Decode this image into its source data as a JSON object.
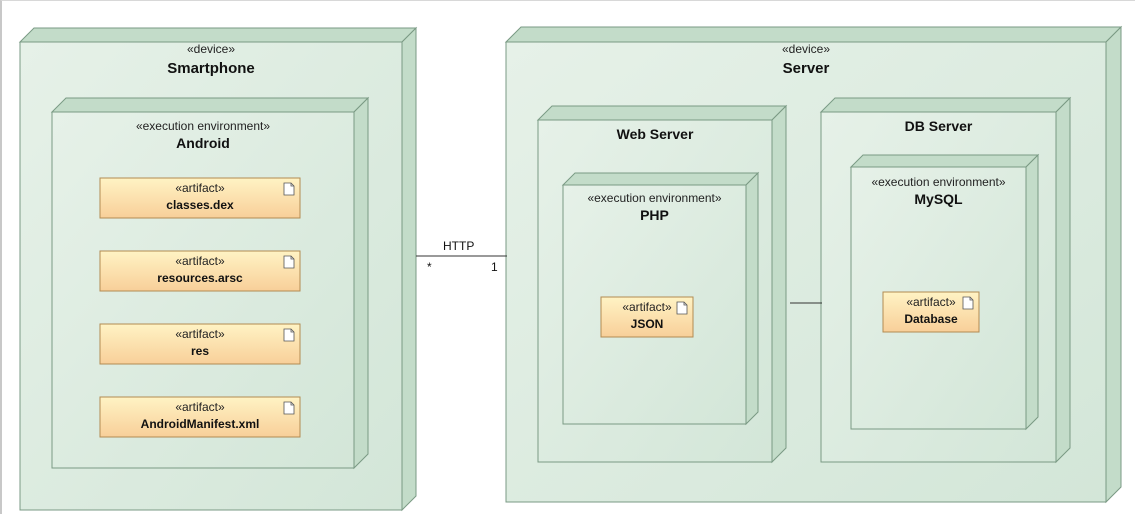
{
  "colors": {
    "node_fill": "#dfeee3",
    "node_border": "#7a9a84",
    "node_side": "#c3dcc9",
    "artifact_fill_top": "#fff3c4",
    "artifact_fill_bottom": "#f8cf99",
    "artifact_border": "#b28b52"
  },
  "smartphone": {
    "stereotype": "«device»",
    "name": "Smartphone",
    "android": {
      "stereotype": "«execution environment»",
      "name": "Android",
      "artifacts": [
        {
          "stereotype": "«artifact»",
          "name": "classes.dex"
        },
        {
          "stereotype": "«artifact»",
          "name": "resources.arsc"
        },
        {
          "stereotype": "«artifact»",
          "name": "res"
        },
        {
          "stereotype": "«artifact»",
          "name": "AndroidManifest.xml"
        }
      ]
    }
  },
  "server": {
    "stereotype": "«device»",
    "name": "Server",
    "web_server": {
      "name": "Web Server",
      "php": {
        "stereotype": "«execution environment»",
        "name": "PHP",
        "artifact": {
          "stereotype": "«artifact»",
          "name": "JSON"
        }
      }
    },
    "db_server": {
      "name": "DB Server",
      "mysql": {
        "stereotype": "«execution environment»",
        "name": "MySQL",
        "artifact": {
          "stereotype": "«artifact»",
          "name": "Database"
        }
      }
    }
  },
  "connection": {
    "label": "HTTP",
    "left_multiplicity": "*",
    "right_multiplicity": "1"
  }
}
